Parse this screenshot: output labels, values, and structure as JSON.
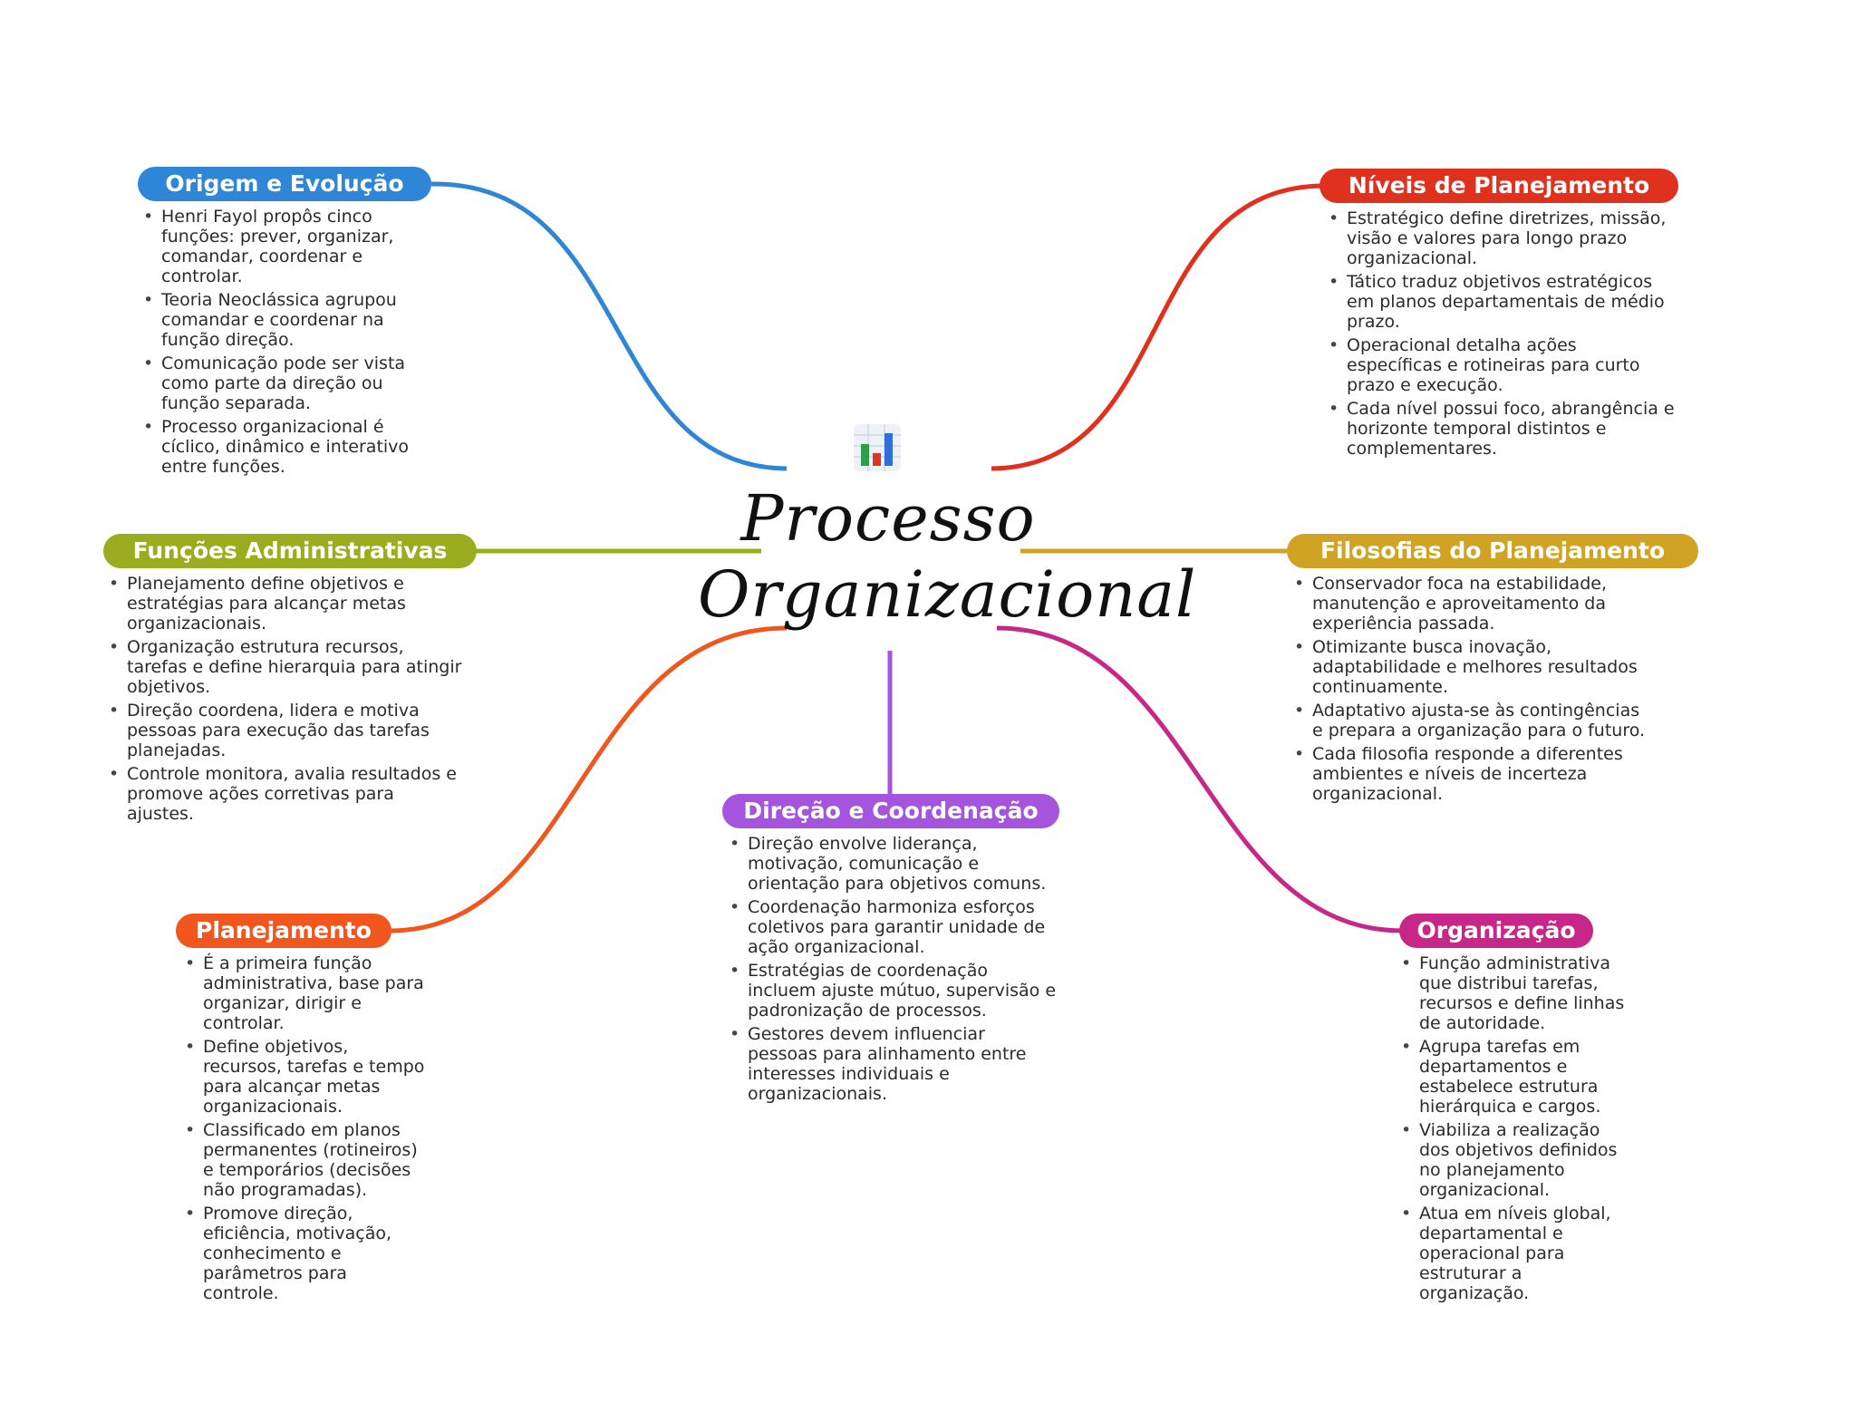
{
  "center": {
    "title_line1": "Processo",
    "title_line2": "Organizacional",
    "icon": "bar-chart-icon"
  },
  "branches": {
    "origem": {
      "title": "Origem e Evolução",
      "color": "#2f86d6",
      "items": [
        "Henri Fayol propôs cinco funções: prever, organizar, comandar, coordenar e controlar.",
        "Teoria Neoclássica agrupou comandar e coordenar na função direção.",
        "Comunicação pode ser vista como parte da direção ou função separada.",
        "Processo organizacional é cíclico, dinâmico e interativo entre funções."
      ]
    },
    "niveis": {
      "title": "Níveis de Planejamento",
      "color": "#e0311e",
      "items": [
        "Estratégico define diretrizes, missão, visão e valores para longo prazo organizacional.",
        "Tático traduz objetivos estratégicos em planos departamentais de médio prazo.",
        "Operacional detalha ações específicas e rotineiras para curto prazo e execução.",
        "Cada nível possui foco, abrangência e horizonte temporal distintos e complementares."
      ]
    },
    "funcoes": {
      "title": "Funções Administrativas",
      "color": "#9aad1f",
      "items": [
        "Planejamento define objetivos e estratégias para alcançar metas organizacionais.",
        "Organização estrutura recursos, tarefas e define hierarquia para atingir objetivos.",
        "Direção coordena, lidera e motiva pessoas para execução das tarefas planejadas.",
        "Controle monitora, avalia resultados e promove ações corretivas para ajustes."
      ]
    },
    "filosofias": {
      "title": "Filosofias do Planejamento",
      "color": "#d1a325",
      "items": [
        "Conservador foca na estabilidade, manutenção e aproveitamento da experiência passada.",
        "Otimizante busca inovação, adaptabilidade e melhores resultados continuamente.",
        "Adaptativo ajusta-se às contingências e prepara a organização para o futuro.",
        "Cada filosofia responde a diferentes ambientes e níveis de incerteza organizacional."
      ]
    },
    "direcao": {
      "title": "Direção e Coordenação",
      "color": "#a555dd",
      "items": [
        "Direção envolve liderança, motivação, comunicação e orientação para objetivos comuns.",
        "Coordenação harmoniza esforços coletivos para garantir unidade de ação organizacional.",
        "Estratégias de coordenação incluem ajuste mútuo, supervisão e padronização de processos.",
        "Gestores devem influenciar pessoas para alinhamento entre interesses individuais e organizacionais."
      ]
    },
    "planejamento": {
      "title": "Planejamento",
      "color": "#f1561e",
      "items": [
        "É a primeira função administrativa, base para organizar, dirigir e controlar.",
        "Define objetivos, recursos, tarefas e tempo para alcançar metas organizacionais.",
        "Classificado em planos permanentes (rotineiros) e temporários (decisões não programadas).",
        "Promove direção, eficiência, motivação, conhecimento e parâmetros para controle."
      ]
    },
    "organizacao": {
      "title": "Organização",
      "color": "#c8278a",
      "items": [
        "Função administrativa que distribui tarefas, recursos e define linhas de autoridade.",
        "Agrupa tarefas em departamentos e estabelece estrutura hierárquica e cargos.",
        "Viabiliza a realização dos objetivos definidos no planejamento organizacional.",
        "Atua em níveis global, departamental e operacional para estruturar a organização."
      ]
    }
  }
}
